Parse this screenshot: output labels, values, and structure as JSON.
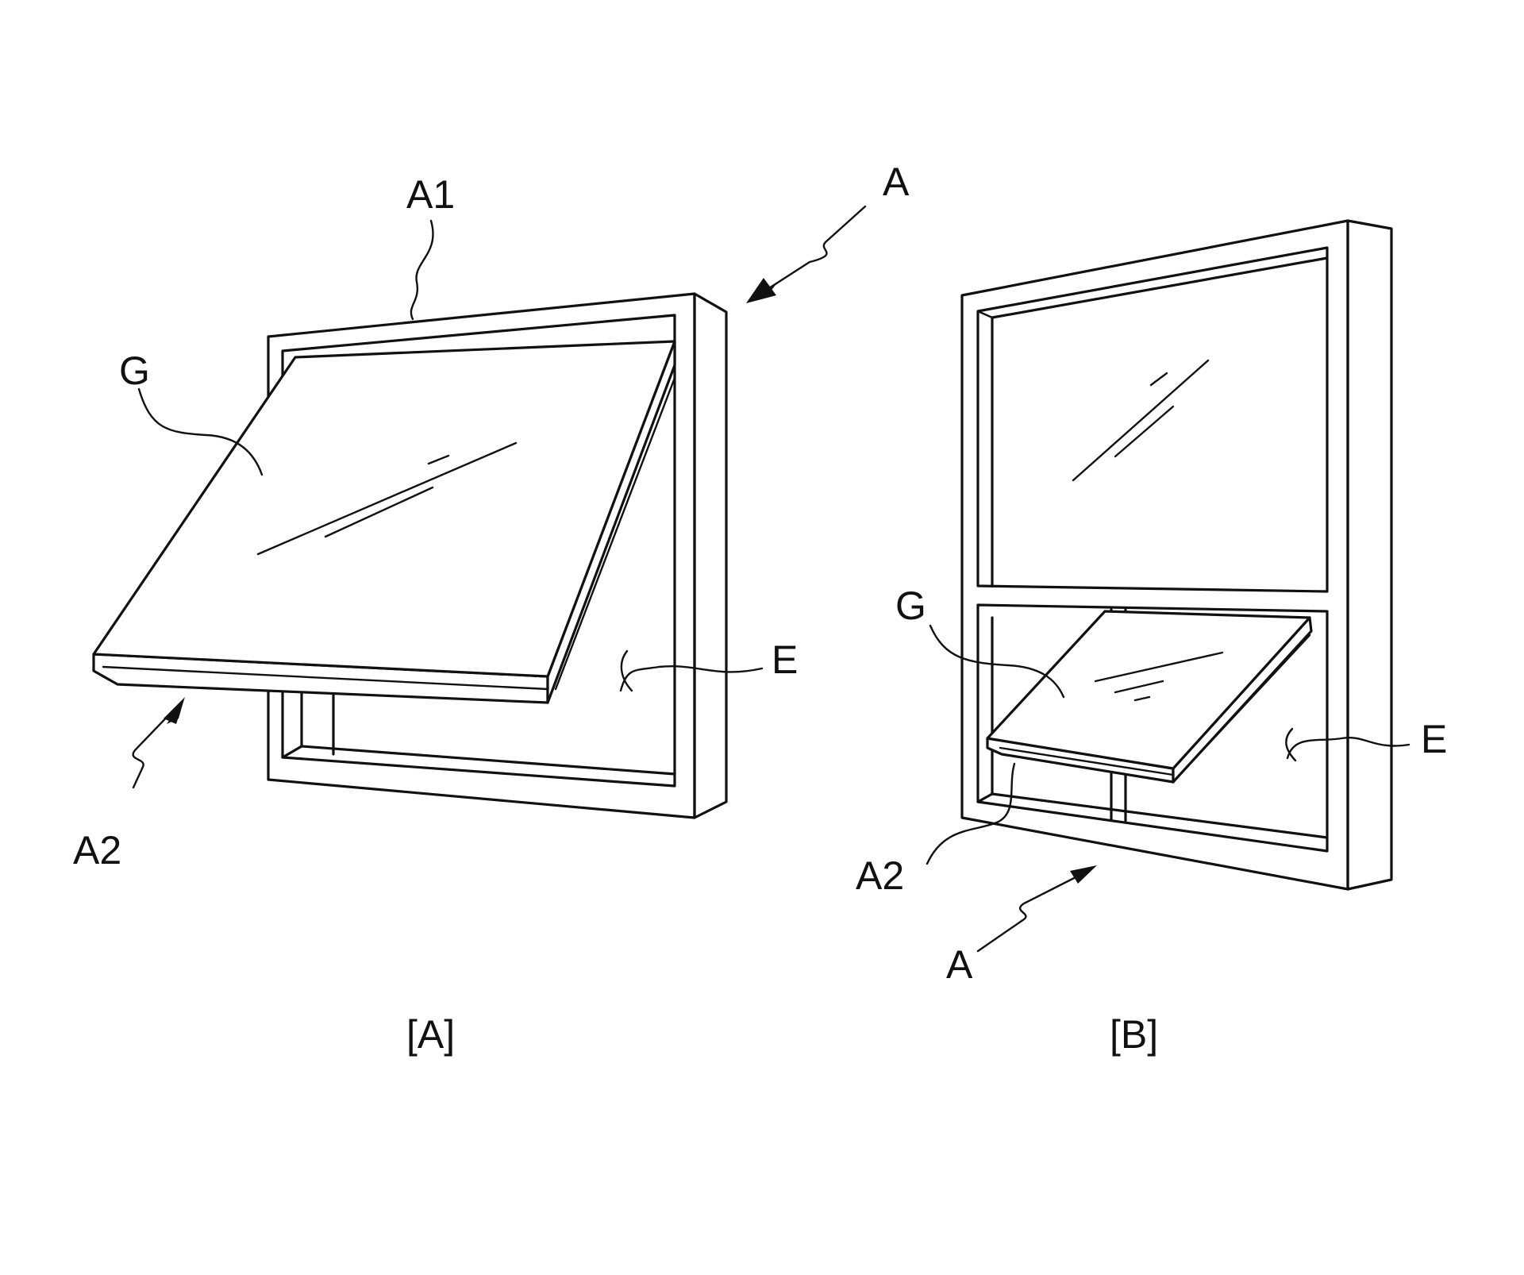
{
  "figure": {
    "panel_a": {
      "caption": "[A]",
      "labels": {
        "assembly": "A",
        "upper_part": "A1",
        "lower_part": "A2",
        "glass": "G",
        "opening": "E"
      }
    },
    "panel_b": {
      "caption": "[B]",
      "labels": {
        "assembly": "A",
        "lower_part": "A2",
        "glass": "G",
        "opening": "E"
      }
    }
  }
}
